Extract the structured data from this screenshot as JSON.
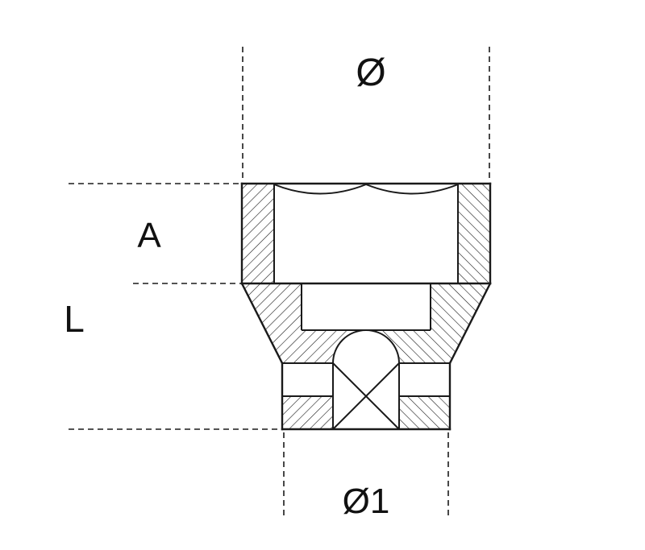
{
  "drawing": {
    "type": "technical-cross-section",
    "subject": "hex-socket-section-view",
    "labels": {
      "outer_diameter": "Ø",
      "hex_depth": "A",
      "total_length": "L",
      "drive_diameter": "Ø1"
    },
    "colors": {
      "line": "#1a1a1a",
      "background": "#ffffff"
    }
  }
}
